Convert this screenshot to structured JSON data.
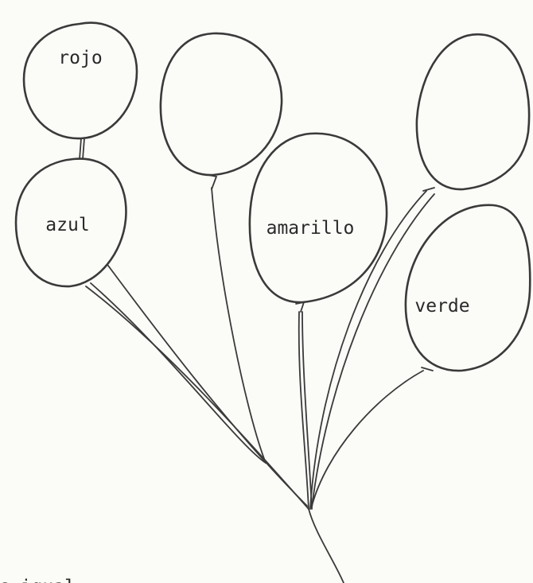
{
  "balloons": {
    "red": "rojo",
    "blue": "azul",
    "yellow": "amarillo",
    "green": "verde"
  },
  "footer_text": "c igual"
}
